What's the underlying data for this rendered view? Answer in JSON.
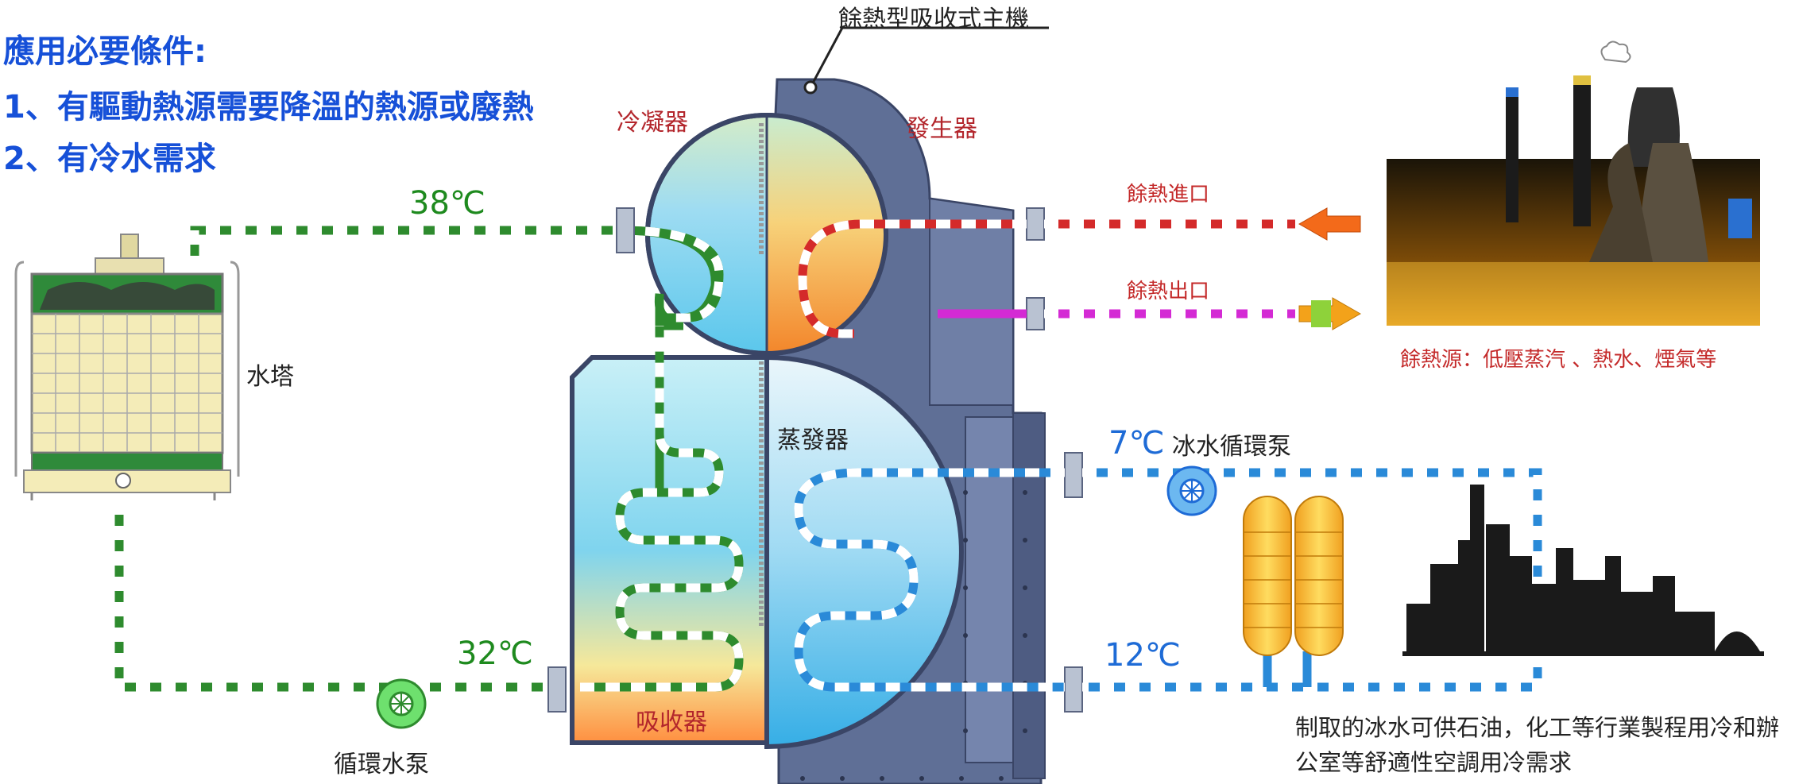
{
  "requirements": {
    "heading": "應用必要條件:",
    "item1": "1、有驅動熱源需要降溫的熱源或廢熱",
    "item2": "2、有冷水需求"
  },
  "machine": {
    "title": "餘熱型吸收式主機",
    "condenser": "冷凝器",
    "generator": "發生器",
    "evaporator": "蒸發器",
    "absorber": "吸收器"
  },
  "cooling_loop": {
    "tower_label": "水塔",
    "temp_out": "38℃",
    "temp_in": "32℃",
    "pump_label": "循環水泵"
  },
  "heat_source": {
    "inlet": "餘熱進口",
    "outlet": "餘熱出口",
    "caption": "餘熱源：低壓蒸汽 、熱水、煙氣等"
  },
  "chilled_loop": {
    "temp_supply": "7℃",
    "temp_return": "12℃",
    "pump_label": "冰水循環泵",
    "caption_line1": "制取的冰水可供石油，化工等行業製程用冷和辦",
    "caption_line2": "公室等舒適性空調用冷需求"
  },
  "colors": {
    "cooling_pipe": "#2e8b2e",
    "chilled_pipe": "#2a8ad8",
    "heat_in_pipe": "#d42a2a",
    "heat_out_pipe": "#d42ad4",
    "machine_body": "#5f6f96",
    "requirement_text": "#1650d8"
  }
}
